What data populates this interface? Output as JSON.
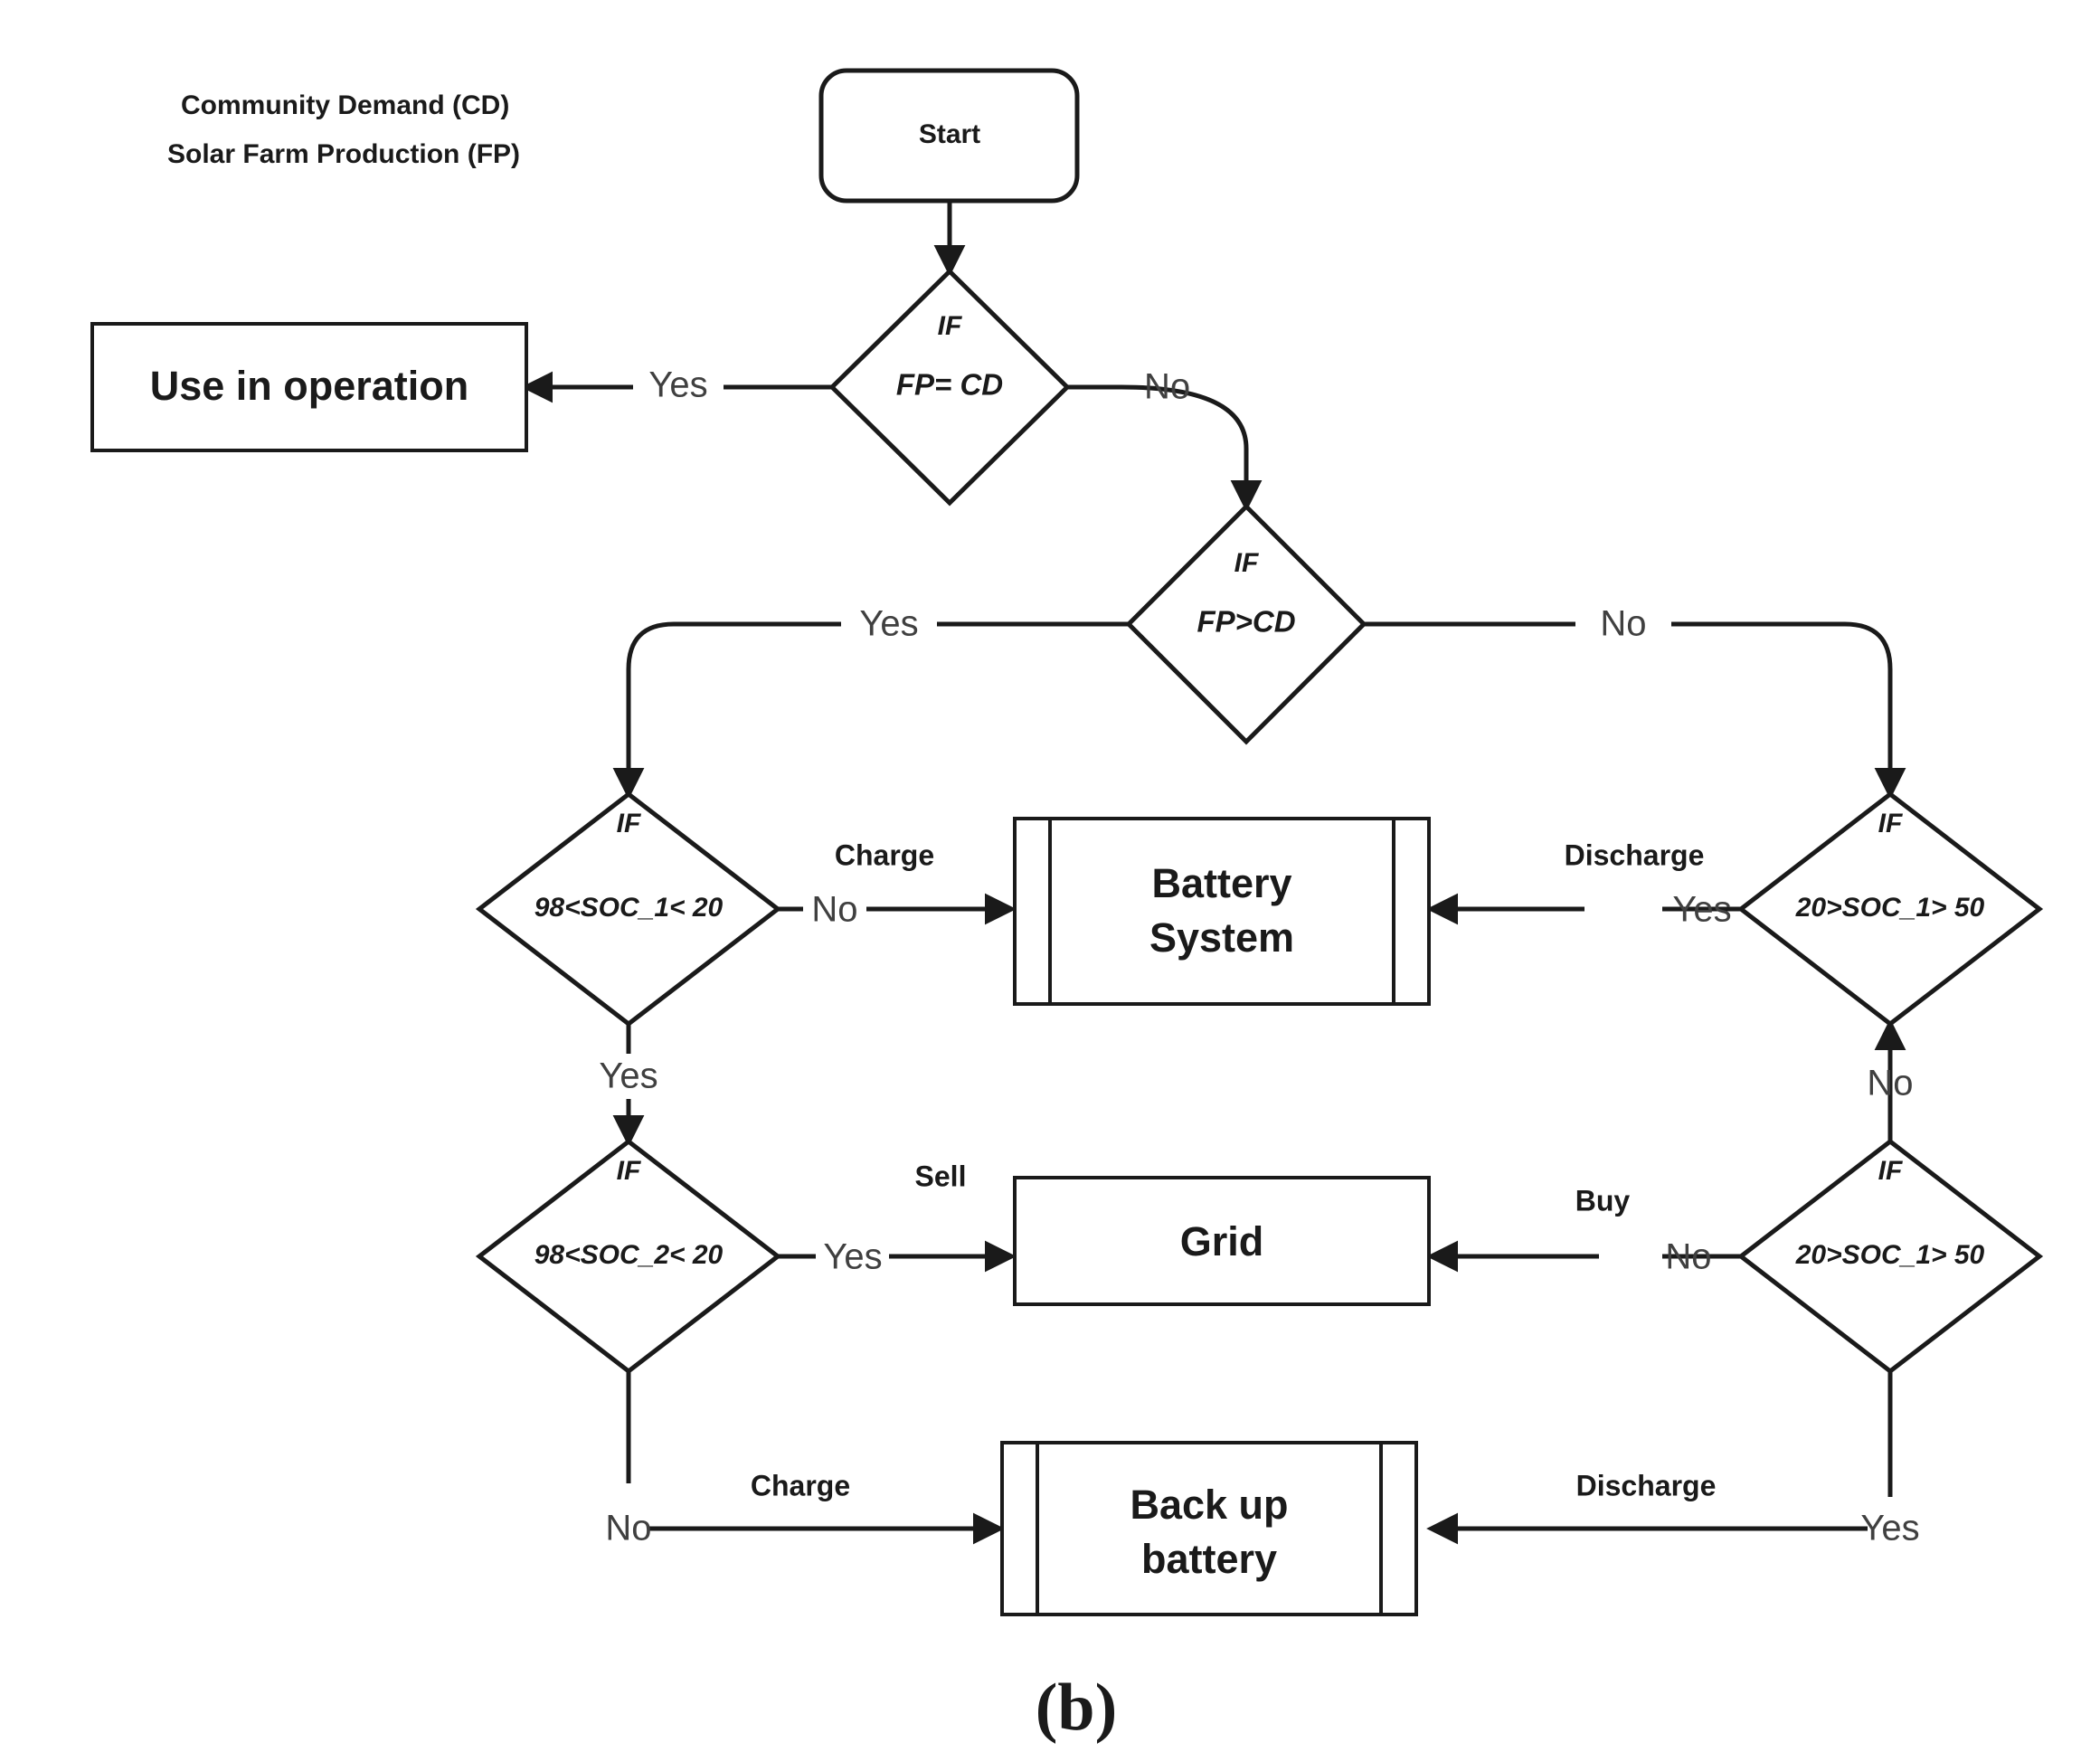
{
  "figure": {
    "caption": "(b)",
    "legend": {
      "line1": "Community Demand (CD)",
      "line2": "Solar Farm Production (FP)"
    }
  },
  "nodes": {
    "start": {
      "label": "Start",
      "shape": "rounded-rectangle"
    },
    "decision_fp_eq_cd": {
      "if": "IF",
      "condition": "FP= CD",
      "shape": "diamond"
    },
    "decision_fp_gt_cd": {
      "if": "IF",
      "condition": "FP>CD",
      "shape": "diamond"
    },
    "decision_soc1_left": {
      "if": "IF",
      "condition": "98<SOC_1< 20",
      "shape": "diamond"
    },
    "decision_soc2_left": {
      "if": "IF",
      "condition": "98<SOC_2< 20",
      "shape": "diamond"
    },
    "decision_soc1_right_top": {
      "if": "IF",
      "condition": "20>SOC_1> 50",
      "shape": "diamond"
    },
    "decision_soc1_right_bottom": {
      "if": "IF",
      "condition": "20>SOC_1> 50",
      "shape": "diamond"
    },
    "use_in_operation": {
      "label": "Use in operation",
      "shape": "rectangle",
      "fill": "#dae5f5",
      "stroke": "#9ab0d0"
    },
    "battery_system": {
      "label_line1": "Battery",
      "label_line2": "System",
      "shape": "predefined-process",
      "fill": "#d5e8d4",
      "stroke": "#82b366"
    },
    "grid": {
      "label": "Grid",
      "shape": "rectangle",
      "fill": "#fdf0c8",
      "stroke": "#d6b656"
    },
    "backup_battery": {
      "label_line1": "Back up",
      "label_line2": "battery",
      "shape": "predefined-process",
      "fill": "#f8cecc",
      "stroke": "#b85450"
    }
  },
  "edges": {
    "start_to_fp_eq_cd": {
      "label": ""
    },
    "fp_eq_cd_yes": {
      "label": "Yes",
      "target": "Use in operation"
    },
    "fp_eq_cd_no": {
      "label": "No",
      "target": "IF FP>CD"
    },
    "fp_gt_cd_yes": {
      "label": "Yes",
      "target": "IF 98<SOC_1< 20"
    },
    "fp_gt_cd_no": {
      "label": "No",
      "target": "IF 20>SOC_1> 50"
    },
    "soc1_left_no": {
      "label": "No",
      "action": "Charge",
      "target": "Battery System"
    },
    "soc1_left_yes": {
      "label": "Yes",
      "target": "IF 98<SOC_2< 20"
    },
    "soc2_left_yes": {
      "label": "Yes",
      "action": "Sell",
      "target": "Grid"
    },
    "soc2_left_no": {
      "label": "No",
      "action": "Charge",
      "target": "Back up battery"
    },
    "soc1_right_top_yes": {
      "label": "Yes",
      "action": "Discharge",
      "target": "Battery System"
    },
    "soc1_right_top_no": {
      "label": "No",
      "target": "IF 20>SOC_1> 50"
    },
    "soc1_right_bottom_no": {
      "label": "No",
      "action": "Buy",
      "target": "Grid"
    },
    "soc1_right_bottom_yes": {
      "label": "Yes",
      "action": "Discharge",
      "target": "Back up battery"
    }
  },
  "colors": {
    "line": "#1a1a1a",
    "operation_fill": "#dae5f5",
    "operation_stroke": "#9ab0d0",
    "battery_fill": "#d5e8d4",
    "battery_stroke": "#82b366",
    "grid_fill": "#fdf0c8",
    "grid_stroke": "#d6b656",
    "backup_fill": "#f8cecc",
    "backup_stroke": "#b85450",
    "label_text": "#404040"
  }
}
